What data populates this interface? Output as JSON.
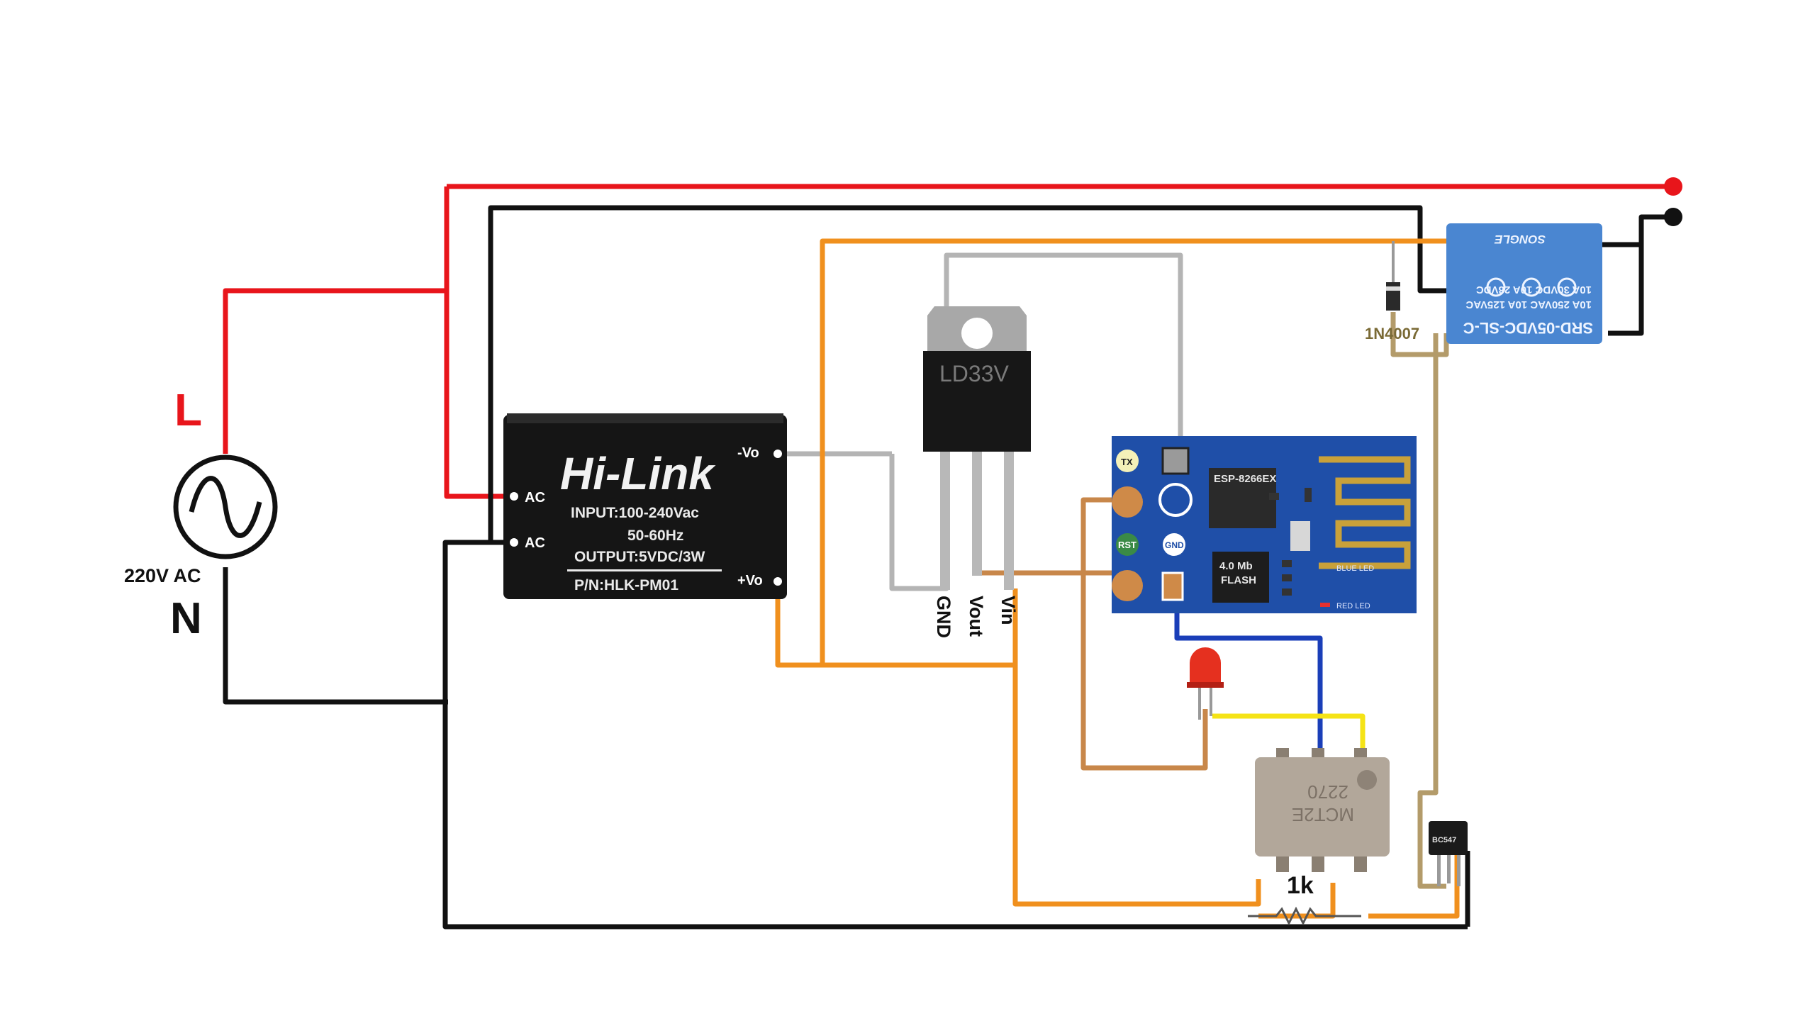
{
  "source": {
    "line_label": "L",
    "neutral_label": "N",
    "voltage_label": "220V AC"
  },
  "hilink": {
    "brand": "Hi-Link",
    "input": "INPUT:100-240Vac",
    "freq": "50-60Hz",
    "output": "OUTPUT:5VDC/3W",
    "pn": "P/N:HLK-PM01",
    "ac1": "AC",
    "ac2": "AC",
    "neg": "-Vo",
    "pos": "+Vo"
  },
  "regulator": {
    "name": "LD33V",
    "pin_gnd": "GND",
    "pin_vout": "Vout",
    "pin_vin": "Vin"
  },
  "esp": {
    "model": "ESP-8266EX",
    "flash_line1": "4.0 Mb",
    "flash_line2": "FLASH",
    "tx": "TX",
    "rst": "RST",
    "gnd": "GND",
    "blue_led": "BLUE LED",
    "red_led": "RED LED"
  },
  "relay": {
    "model": "SRD-05VDC-SL-C",
    "rating1": "10A 250VAC  10A 125VAC",
    "rating2": "10A 30VDC  10A 28VDC",
    "brand": "SONGLE"
  },
  "diode": {
    "label": "1N4007"
  },
  "optocoupler": {
    "line1": "MCT2E",
    "line2": "2270"
  },
  "resistor": {
    "label": "1k"
  },
  "transistor": {
    "label": "BC547"
  },
  "colors": {
    "live": "#e8151b",
    "neutral": "#111111",
    "orange": "#f0901e",
    "brown": "#c8874a",
    "gray": "#b4b4b4",
    "blue": "#1a3eb8",
    "yellow": "#f5e316",
    "tan": "#b39b6a"
  }
}
